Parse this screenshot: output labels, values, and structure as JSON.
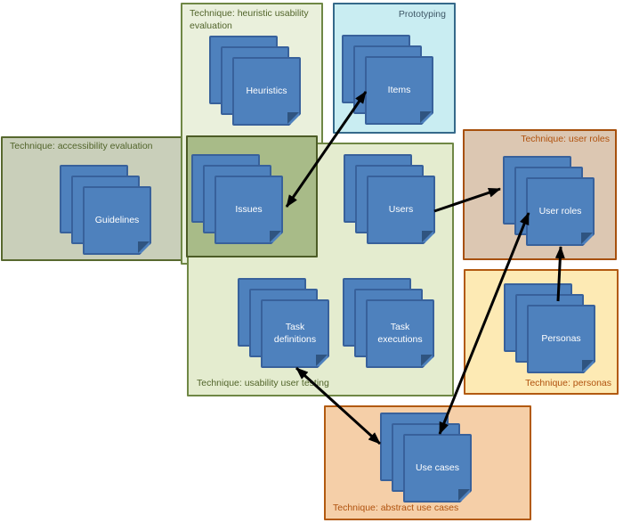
{
  "diagram": {
    "groups": {
      "heuristic": {
        "label": "Technique: heuristic usability\nevaluation"
      },
      "prototyping": {
        "label": "Prototyping"
      },
      "accessibility": {
        "label": "Technique: accessibility evaluation"
      },
      "usability": {
        "label": "Technique: usability user testing"
      },
      "user_roles": {
        "label": "Technique: user roles"
      },
      "personas": {
        "label": "Technique: personas"
      },
      "use_cases": {
        "label": "Technique: abstract use cases"
      }
    },
    "nodes": {
      "heuristics": {
        "label": "Heuristics"
      },
      "items": {
        "label": "Items"
      },
      "guidelines": {
        "label": "Guidelines"
      },
      "issues": {
        "label": "Issues"
      },
      "users": {
        "label": "Users"
      },
      "task_definitions": {
        "label": "Task definitions"
      },
      "task_executions": {
        "label": "Task executions"
      },
      "user_roles": {
        "label": "User roles"
      },
      "personas": {
        "label": "Personas"
      },
      "use_cases": {
        "label": "Use cases"
      }
    },
    "edges": [
      {
        "from": "issues",
        "to": "items",
        "bidirectional": true
      },
      {
        "from": "users",
        "to": "user_roles",
        "bidirectional": false
      },
      {
        "from": "personas",
        "to": "user_roles",
        "bidirectional": false
      },
      {
        "from": "use_cases",
        "to": "user_roles",
        "bidirectional": true
      },
      {
        "from": "task_definitions",
        "to": "use_cases",
        "bidirectional": true
      }
    ],
    "colors": {
      "card_fill": "#4e81bd",
      "card_border": "#38619b",
      "green_border": "#6f8745",
      "heuristic_fill": "#eaf0dc",
      "usability_fill": "#e4eccf",
      "accessibility_fill": "#c9cfba",
      "overlap_fill": "#a8bb88",
      "prototyping_fill": "#c9edf2",
      "prototyping_border": "#35698a",
      "orange_border": "#b25a11",
      "user_roles_fill": "#dcc7b2",
      "personas_fill": "#fdeab4",
      "use_cases_fill": "#f5cfa8",
      "green_label": "#51642a",
      "orange_label": "#b0520e",
      "arrow": "#000000"
    }
  }
}
